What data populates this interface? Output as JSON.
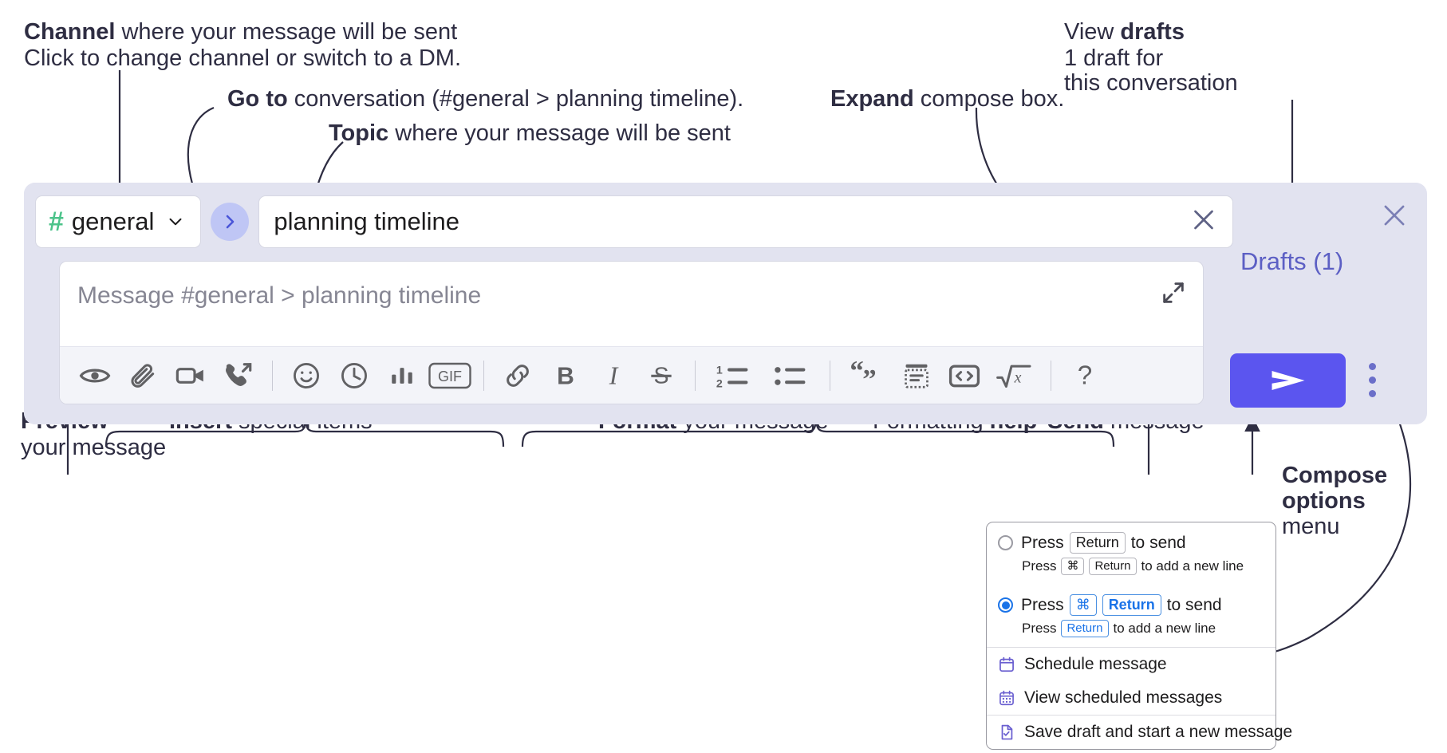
{
  "annotations": {
    "channel": {
      "bold": "Channel",
      "rest": " where your message will be sent",
      "italic": "Click to change channel or switch to a DM."
    },
    "goto": {
      "bold": "Go to",
      "rest": " conversation (#general > planning timeline)."
    },
    "topic": {
      "bold": "Topic",
      "rest": " where your message will be sent"
    },
    "expand": {
      "bold": "Expand",
      "rest": " compose box."
    },
    "drafts": {
      "line1_plain": "View ",
      "line1_bold": "drafts",
      "line2": "1 draft for",
      "line3": "this conversation"
    },
    "preview": {
      "bold": "Preview",
      "line2": "your message"
    },
    "insert": {
      "bold": "Insert",
      "rest": " special items"
    },
    "format": {
      "bold": "Format",
      "rest": " your message"
    },
    "help": {
      "plain": "Formatting ",
      "bold": "help"
    },
    "send": {
      "bold": "Send",
      "rest": " message"
    },
    "compose_options": {
      "bold1": "Compose",
      "bold2": "options",
      "plain": "menu"
    }
  },
  "compose": {
    "channel_name": "general",
    "hash_symbol": "#",
    "goto_icon": "chevron-right-icon",
    "topic_value": "planning timeline",
    "topic_clear_icon": "close-icon",
    "message_placeholder": "Message #general > planning timeline",
    "expand_icon": "expand-diagonal-icon",
    "drafts_label": "Drafts (1)",
    "rail_close_icon": "close-icon",
    "send_icon": "paper-plane-icon",
    "kebab_icon": "more-vertical-icon",
    "toolbar": [
      {
        "name": "preview-icon",
        "label": "Preview"
      },
      {
        "name": "attach-icon",
        "label": "Attach file"
      },
      {
        "name": "video-icon",
        "label": "Record video clip"
      },
      {
        "name": "huddle-icon",
        "label": "Start huddle"
      },
      {
        "divider": true
      },
      {
        "name": "emoji-icon",
        "label": "Emoji"
      },
      {
        "name": "clock-icon",
        "label": "Schedule"
      },
      {
        "name": "poll-icon",
        "label": "Poll"
      },
      {
        "name": "gif-icon",
        "label": "GIF"
      },
      {
        "divider": true
      },
      {
        "name": "link-icon",
        "label": "Link"
      },
      {
        "name": "bold-icon",
        "label": "Bold"
      },
      {
        "name": "italic-icon",
        "label": "Italic"
      },
      {
        "name": "strikethrough-icon",
        "label": "Strikethrough"
      },
      {
        "divider": true
      },
      {
        "name": "ordered-list-icon",
        "label": "Ordered list"
      },
      {
        "name": "bulleted-list-icon",
        "label": "Bulleted list"
      },
      {
        "divider": true
      },
      {
        "name": "blockquote-icon",
        "label": "Blockquote"
      },
      {
        "name": "code-block-icon",
        "label": "Code block"
      },
      {
        "name": "code-icon",
        "label": "Code"
      },
      {
        "name": "math-icon",
        "label": "Math"
      },
      {
        "divider": true
      },
      {
        "name": "help-icon",
        "label": "Formatting help"
      }
    ],
    "gif_label": "GIF",
    "bold_label": "B",
    "italic_label": "I",
    "strike_label": "S",
    "help_label": "?"
  },
  "popup": {
    "option1": {
      "selected": false,
      "press": "Press",
      "key": "Return",
      "tail": "to send",
      "sub_press": "Press",
      "sub_key1": "⌘",
      "sub_key2": "Return",
      "sub_tail": "to add a new line"
    },
    "option2": {
      "selected": true,
      "press": "Press",
      "key1": "⌘",
      "key2": "Return",
      "tail": "to send",
      "sub_press": "Press",
      "sub_key": "Return",
      "sub_tail": "to add a new line"
    },
    "items": [
      {
        "icon": "calendar-schedule-icon",
        "label": "Schedule message"
      },
      {
        "icon": "calendar-grid-icon",
        "label": "View scheduled messages"
      },
      {
        "icon": "save-draft-icon",
        "label": "Save draft and start a new message"
      }
    ]
  },
  "colors": {
    "accent_purple": "#5b55ef",
    "panel_bg": "#e2e3f0",
    "hash_green": "#4cc38a",
    "text_dark": "#2e2d42",
    "link_purple": "#5c5fc4",
    "key_blue": "#1a73e8"
  }
}
